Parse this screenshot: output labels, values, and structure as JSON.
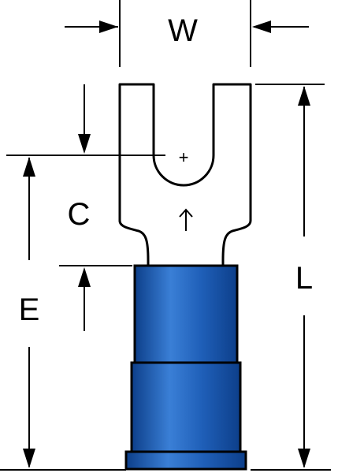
{
  "labels": {
    "width": "W",
    "center": "C",
    "edge": "E",
    "length": "L",
    "stud_mark": "+",
    "direction_mark": "↑"
  },
  "colors": {
    "insulation": "#1f5fb8",
    "insulation_shadow": "#0d3f8a",
    "insulation_highlight": "#3a7fd6",
    "line": "#000000",
    "metal": "#ffffff"
  },
  "parts": [
    "fork-terminal",
    "blue-insulated-barrel"
  ]
}
